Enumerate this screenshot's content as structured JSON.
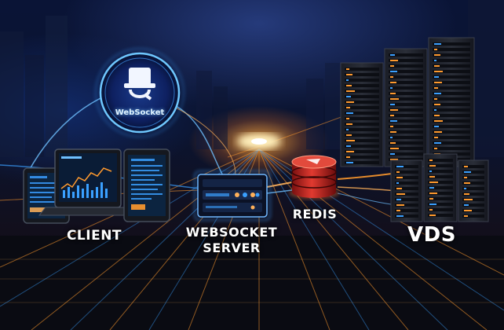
{
  "diagram": {
    "nodes": {
      "websocket_logo": {
        "label": "WebSocket",
        "icon": "websocket-logo-icon"
      },
      "client": {
        "label": "CLIENT",
        "icons": [
          "tablet-icon",
          "laptop-icon",
          "tablet-icon"
        ]
      },
      "websocket_server": {
        "label": "WEBSOCKET SERVER",
        "line1": "WEBSOCKET",
        "line2": "SERVER",
        "icon": "server-panel-icon"
      },
      "redis": {
        "label": "REDIS",
        "icon": "redis-database-icon"
      },
      "vds": {
        "label": "VDS",
        "icon": "server-rack-icon"
      }
    },
    "colors": {
      "glow_blue": "#3aa0ff",
      "glow_orange": "#ff9a2e",
      "redis_red": "#c8262a",
      "label_white": "#ffffff"
    }
  }
}
